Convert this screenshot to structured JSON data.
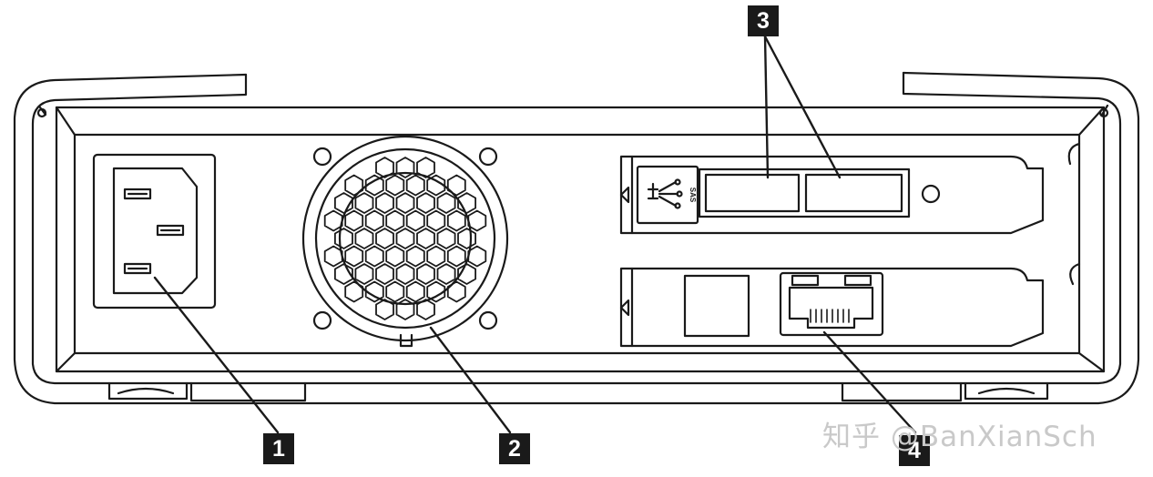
{
  "callouts": {
    "c1": "1",
    "c2": "2",
    "c3": "3",
    "c4": "4"
  },
  "watermark": "知乎 @BanXianSch",
  "connector_card": {
    "vertical_text": "SAS"
  },
  "colors": {
    "line": "#1a1a1a",
    "background": "#ffffff",
    "callout_bg": "#1a1a1a",
    "callout_text": "#ffffff",
    "watermark": "#c9c9c9"
  }
}
